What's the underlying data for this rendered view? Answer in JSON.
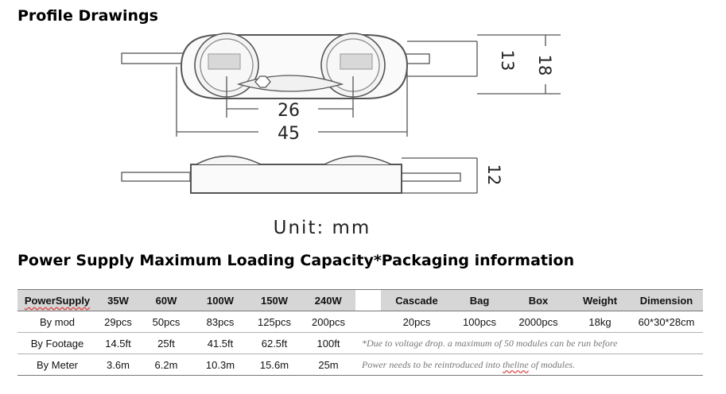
{
  "section1": {
    "title": "Profile Drawings"
  },
  "drawing": {
    "dim_26": "26",
    "dim_45": "45",
    "dim_13": "13",
    "dim_18": "18",
    "dim_12": "12",
    "unit_label": "Unit: mm"
  },
  "section2": {
    "title": "Power Supply Maximum Loading Capacity*Packaging information"
  },
  "table": {
    "headers": [
      "PowerSupply",
      "35W",
      "60W",
      "100W",
      "150W",
      "240W"
    ],
    "pack_headers": [
      "Cascade",
      "Bag",
      "Box",
      "Weight",
      "Dimension"
    ],
    "rows": [
      {
        "label": "By mod",
        "values": [
          "29pcs",
          "50pcs",
          "83pcs",
          "125pcs",
          "200pcs"
        ]
      },
      {
        "label": "By Footage",
        "values": [
          "14.5ft",
          "25ft",
          "41.5ft",
          "62.5ft",
          "100ft"
        ]
      },
      {
        "label": "By Meter",
        "values": [
          "3.6m",
          "6.2m",
          "10.3m",
          "15.6m",
          "25m"
        ]
      }
    ],
    "pack_values": [
      "20pcs",
      "100pcs",
      "2000pcs",
      "18kg",
      "60*30*28cm"
    ],
    "note1": "*Due to voltage drop. a maximum of 50 modules can be run before",
    "note2_a": "Power needs to be reintroduced into ",
    "note2_b": "theline",
    "note2_c": " of modules."
  }
}
